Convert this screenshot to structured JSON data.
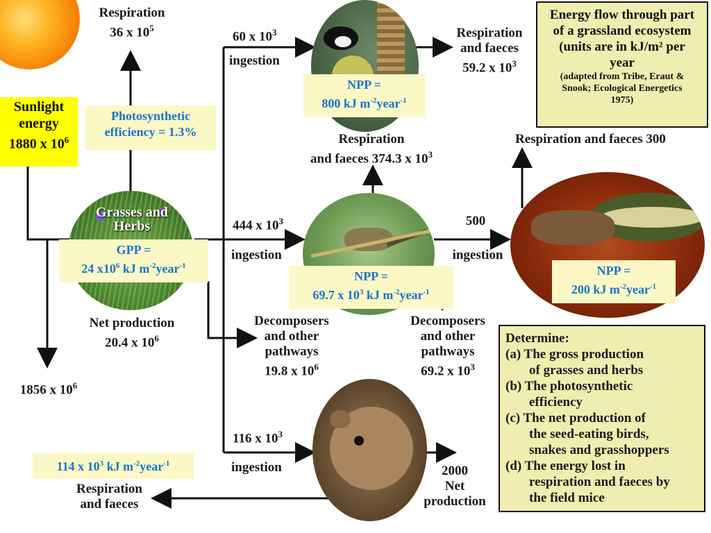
{
  "title_box": {
    "title": "Energy flow through part of a grassland ecosystem (units are in kJ/m² per year",
    "source": "(adapted from Tribe, Eraut & Snook; Ecological Energetics 1975)"
  },
  "sunlight": {
    "label": "Sunlight energy",
    "value": "1880 x 10",
    "exp": "6"
  },
  "sun_respiration": {
    "label": "Respiration",
    "value": "36 x 10",
    "exp": "5"
  },
  "photosynthetic_efficiency": "Photosynthetic efficiency = 1.3%",
  "grasses": {
    "label": "Grasses and Herbs",
    "gpp_label": "GPP =",
    "gpp_value": "24 x10",
    "gpp_exp": "6",
    "gpp_unit": " kJ m",
    "unit_exp1": "-2",
    "unit_mid": "year",
    "unit_exp2": "-1",
    "net_production_label": "Net production",
    "net_production_value": "20.4 x 10",
    "net_production_exp": "6"
  },
  "lost_bottom": {
    "value": "1856 x 10",
    "exp": "6"
  },
  "birds": {
    "ingestion_value": "60 x 10",
    "ingestion_exp": "3",
    "ingestion_label": "ingestion",
    "npp_label": "NPP =",
    "npp_value": "800 kJ m",
    "respiration_label": "Respiration and faeces",
    "respiration_value": "59.2 x 10",
    "respiration_exp": "3"
  },
  "grasshopper": {
    "respiration_label": "Respiration",
    "respiration_label2": "and faeces 374.3 x 10",
    "respiration_exp": "3",
    "ingestion_value": "444 x 10",
    "ingestion_exp": "3",
    "ingestion_label": "ingestion",
    "npp_label": "NPP =",
    "npp_value": "69.7 x 10",
    "npp_exp": "3",
    "npp_unit": " kJ m"
  },
  "snake": {
    "respiration_label": "Respiration and faeces 300",
    "ingestion_value": "500",
    "ingestion_label": "ingestion",
    "npp_label": "NPP =",
    "npp_value": "200 kJ m"
  },
  "decomposers_1": {
    "label": "Decomposers and other pathways",
    "value": "19.8 x 10",
    "exp": "6"
  },
  "decomposers_2": {
    "label": "Decomposers and other pathways",
    "value": "69.2 x 10",
    "exp": "3"
  },
  "mice": {
    "ingestion_value": "116 x 10",
    "ingestion_exp": "3",
    "ingestion_label": "ingestion",
    "net_production_value": "2000",
    "net_production_label": "Net production",
    "respiration_box_value": "114 x 10",
    "respiration_box_exp": "3",
    "respiration_box_unit": " kJ m",
    "respiration_label": "Respiration and faeces"
  },
  "determine": {
    "heading": "Determine:",
    "a1": "(a) The gross production",
    "a2": "of grasses and herbs",
    "b1": "(b) The photosynthetic",
    "b2": "efficiency",
    "c1": "(c) The net production of",
    "c2": "the seed-eating birds,",
    "c3": "snakes and grasshoppers",
    "d1": "(d) The energy lost in",
    "d2": "respiration and faeces by",
    "d3": "the field mice"
  },
  "colors": {
    "accent_blue": "#1a74c9",
    "sunlight_yellow": "#ffff00",
    "note_yellow": "#fbf8c6",
    "box_green": "#efeeb0"
  }
}
